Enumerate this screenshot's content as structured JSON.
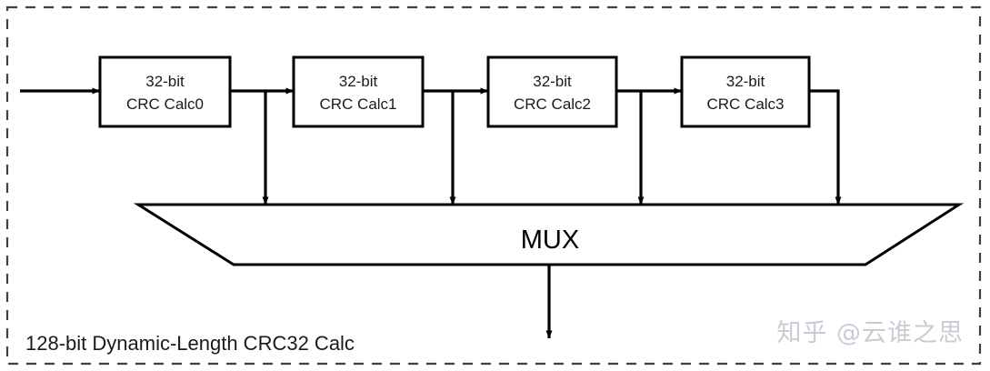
{
  "diagram": {
    "title_caption": "128-bit Dynamic-Length CRC32 Calc",
    "watermark": "知乎 @云谁之思",
    "mux": {
      "label": "MUX"
    },
    "colors": {
      "border_dashed": "#39414f",
      "stroke": "#000000",
      "background": "#ffffff",
      "text": "#1a1a1a",
      "watermark": "#c9ccd4"
    },
    "blocks": [
      {
        "id": "crc0",
        "line1": "32-bit",
        "line2": "CRC Calc0"
      },
      {
        "id": "crc1",
        "line1": "32-bit",
        "line2": "CRC Calc1"
      },
      {
        "id": "crc2",
        "line1": "32-bit",
        "line2": "CRC Calc2"
      },
      {
        "id": "crc3",
        "line1": "32-bit",
        "line2": "CRC Calc3"
      }
    ],
    "signals": {
      "input_arrow": "data-in",
      "output_arrow": "crc-out",
      "tap_count": 4
    }
  }
}
